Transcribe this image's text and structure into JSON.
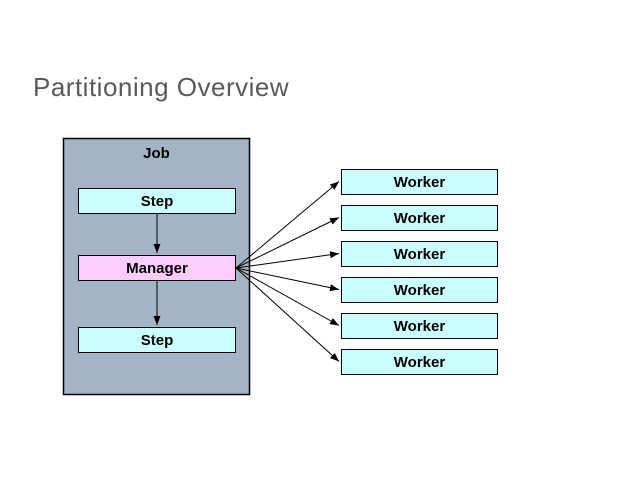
{
  "title": "Partitioning Overview",
  "colors": {
    "background": "#FFFFFF",
    "title_text": "#5A5A5A",
    "job_fill": "#A3B4C6",
    "step_fill": "#CCFFFF",
    "manager_fill": "#FFCCFF",
    "worker_fill": "#CCFFFF",
    "box_border": "#000000",
    "arrow": "#000000",
    "label_text": "#000000"
  },
  "diagram": {
    "job_label": "Job",
    "step_top_label": "Step",
    "manager_label": "Manager",
    "step_bottom_label": "Step",
    "workers": [
      "Worker",
      "Worker",
      "Worker",
      "Worker",
      "Worker",
      "Worker"
    ]
  }
}
